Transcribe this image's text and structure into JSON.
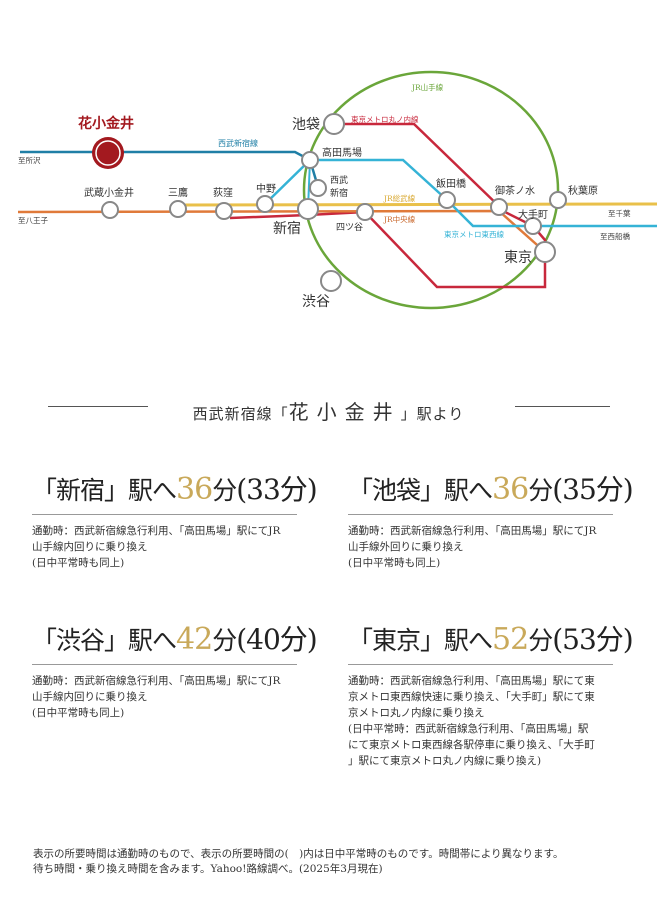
{
  "map": {
    "origin_station": "花小金井",
    "lines": {
      "seibu": "西武新宿線",
      "yamanote": "JR山手線",
      "marunouchi": "東京メトロ丸ノ内線",
      "sobu": "JR総武線",
      "chuo": "JR中央線",
      "tozai": "東京メトロ東西線"
    },
    "directions": {
      "tokorozawa": "至所沢",
      "hachioji": "至八王子",
      "chiba": "至千葉",
      "nishifunabashi": "至西船橋"
    },
    "stations": {
      "musashikoganei": "武蔵小金井",
      "mitaka": "三鷹",
      "ogikubo": "荻窪",
      "nakano": "中野",
      "shinjuku": "新宿",
      "ikebukuro": "池袋",
      "takadanobaba": "高田馬場",
      "seibushinjuku_1": "西武",
      "seibushinjuku_2": "新宿",
      "yotsuya": "四ツ谷",
      "iidabashi": "飯田橋",
      "ochanomizu": "御茶ノ水",
      "akihabara": "秋葉原",
      "otemachi": "大手町",
      "tokyo": "東京",
      "shibuya": "渋谷"
    },
    "colors": {
      "seibu": "#1f7fa6",
      "yamanote": "#6aa63a",
      "marunouchi": "#c8283c",
      "sobu": "#e9c04a",
      "chuo": "#e07a3a",
      "tozai": "#35b3d6",
      "origin": "#a3191f",
      "gold": "#c9a95a"
    }
  },
  "heading": {
    "prefix": "西武新宿線「",
    "station": "花小金井",
    "suffix": "」駅より"
  },
  "routes": [
    {
      "pre": "「新宿」駅へ",
      "time": "36",
      "unit": "分",
      "paren": "(33分)",
      "notes": [
        "通勤時：西武新宿線急行利用、「高田馬場」駅にてJR",
        "山手線内回りに乗り換え",
        "(日中平常時も同上)"
      ]
    },
    {
      "pre": "「池袋」駅へ",
      "time": "36",
      "unit": "分",
      "paren": "(35分)",
      "notes": [
        "通勤時：西武新宿線急行利用、「高田馬場」駅にてJR",
        "山手線外回りに乗り換え",
        "(日中平常時も同上)"
      ]
    },
    {
      "pre": "「渋谷」駅へ",
      "time": "42",
      "unit": "分",
      "paren": "(40分)",
      "notes": [
        "通勤時：西武新宿線急行利用、「高田馬場」駅にてJR",
        "山手線内回りに乗り換え",
        "(日中平常時も同上)"
      ]
    },
    {
      "pre": "「東京」駅へ",
      "time": "52",
      "unit": "分",
      "paren": "(53分)",
      "notes": [
        "通勤時：西武新宿線急行利用、「高田馬場」駅にて東",
        "京メトロ東西線快速に乗り換え、「大手町」駅にて東",
        "京メトロ丸ノ内線に乗り換え",
        "(日中平常時：西武新宿線急行利用、「高田馬場」駅",
        "にて東京メトロ東西線各駅停車に乗り換え、「大手町",
        "」駅にて東京メトロ丸ノ内線に乗り換え)"
      ]
    }
  ],
  "footnote": [
    "表示の所要時間は通勤時のもので、表示の所要時間の(　)内は日中平常時のものです。時間帯により異なります。",
    "待ち時間・乗り換え時間を含みます。Yahoo!路線調べ。(2025年3月現在)"
  ]
}
